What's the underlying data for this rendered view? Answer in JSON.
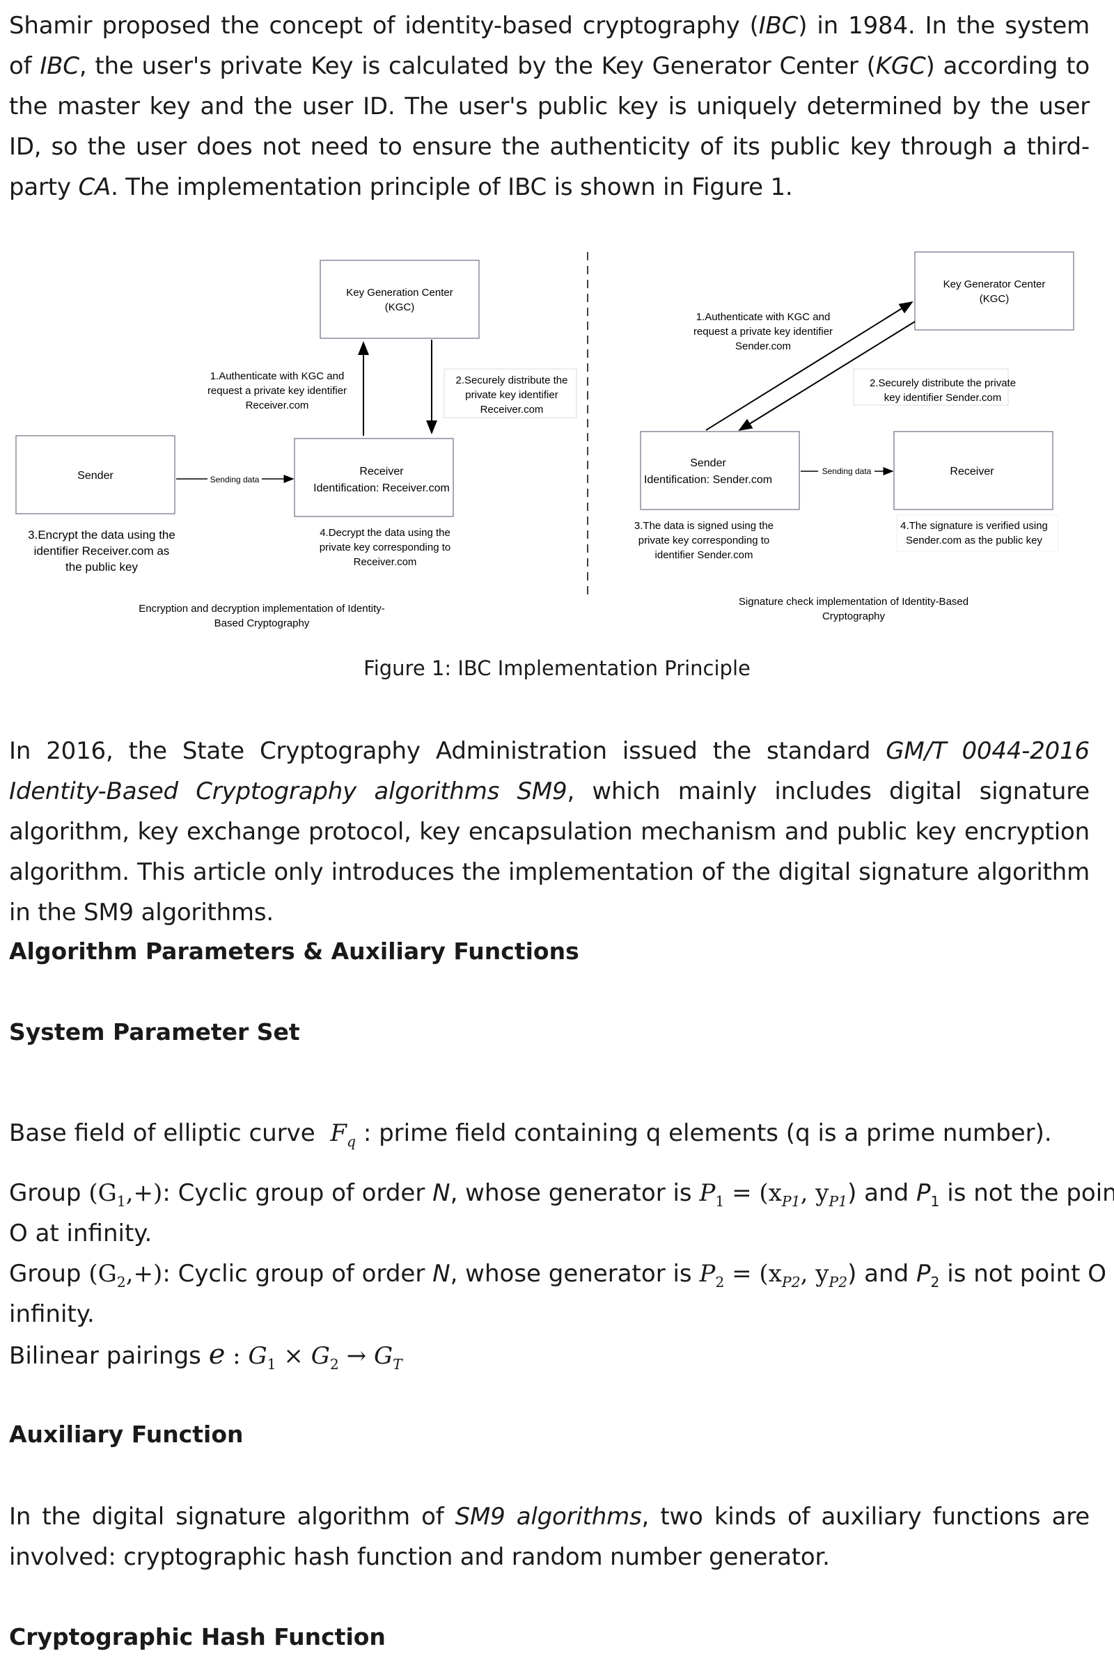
{
  "intro": {
    "lead": "Shamir proposed the concept of identity-based cryptography (",
    "ibc1": "IBC",
    "mid1": ") in 1984. In the system of ",
    "ibc2": "IBC",
    "mid2": ", the user's private Key is calculated by the Key Generator Center (",
    "kgc": "KGC",
    "rest": ") according to the master key and the user ID. The user's public key is uniquely determined by the user ID, so the user does not need to ensure the authenticity of its public key through a third-party ",
    "ca": "CA",
    "end": ". The implementation principle of IBC is shown in Figure 1."
  },
  "figure": {
    "left": {
      "kgc_line1": "Key Generation Center",
      "kgc_line2": "(KGC)",
      "step1_line1": "1.Authenticate with KGC and",
      "step1_line2": "request a private key identifier",
      "step1_line3": "Receiver.com",
      "step2_line1": "2.Securely distribute the",
      "step2_line2": "private key identifier",
      "step2_line3": "Receiver.com",
      "sender": "Sender",
      "sending": "Sending data",
      "receiver_line1": "Receiver",
      "receiver_line2": "Identification: Receiver.com",
      "step3_line1": "3.Encrypt the data using the",
      "step3_line2": "identifier Receiver.com as",
      "step3_line3": "the public key",
      "step4_line1": "4.Decrypt the data using the",
      "step4_line2": "private key corresponding to",
      "step4_line3": "Receiver.com",
      "caption_line1": "Encryption and decryption implementation of Identity-",
      "caption_line2": "Based Cryptography"
    },
    "right": {
      "kgc_line1": "Key Generator Center",
      "kgc_line2": "(KGC)",
      "step1_line1": "1.Authenticate with KGC and",
      "step1_line2": "request a private key identifier",
      "step1_line3": "Sender.com",
      "step2_line1": "2.Securely distribute the private",
      "step2_line2": "key identifier Sender.com",
      "sender_line1": "Sender",
      "sender_line2": "Identification: Sender.com",
      "sending": "Sending data",
      "receiver": "Receiver",
      "step3_line1": "3.The data is signed using the",
      "step3_line2": "private key corresponding to",
      "step3_line3": "identifier Sender.com",
      "step4_line1": "4.The signature is verified using",
      "step4_line2": "Sender.com as the public key",
      "caption_line1": "Signature check implementation of Identity-Based",
      "caption_line2": "Cryptography"
    },
    "caption": "Figure 1: IBC Implementation Principle"
  },
  "sm9": {
    "lead": "In 2016, the State Cryptography Administration issued the standard ",
    "standard": "GM/T 0044-2016 Identity-Based Cryptography algorithms SM9",
    "rest": ", which mainly includes digital signature algorithm, key exchange protocol, key encapsulation mechanism and public key encryption algorithm. This article only introduces the implementation of the digital signature algorithm in the SM9 algorithms."
  },
  "headings": {
    "params": "Algorithm Parameters & Auxiliary Functions",
    "system": "System Parameter Set",
    "aux": "Auxiliary Function",
    "hash": "Cryptographic Hash Function"
  },
  "params": {
    "base_lead": "Base field of elliptic curve",
    "base_sym": "F",
    "base_sub": "q",
    "base_rest": " : prime field containing q elements (q is a prime number).",
    "g1_lead": "Group ",
    "g1_math": "(G",
    "g1_sub": "1",
    "g1_close": ",+)",
    "g1_mid": ": Cyclic group of order ",
    "g1_n": "N",
    "g1_gen": ", whose generator is ",
    "g1_p": "P",
    "g1_p_sub": "1",
    "g1_eq": " = (x",
    "g1_x_sub": "P1",
    "g1_y": ", y",
    "g1_y_sub": "P1",
    "g1_and": ")  and ",
    "g1_p_text": "P",
    "g1_p_text_sub": "1",
    "g1_tail1": " is not the point",
    "g1_tail2": "O at infinity.",
    "g2_lead": "Group ",
    "g2_math": "(G",
    "g2_sub": "2",
    "g2_close": ",+)",
    "g2_mid": ": Cyclic group of order ",
    "g2_n": "N",
    "g2_gen": ", whose generator is ",
    "g2_p": "P",
    "g2_p_sub": "2",
    "g2_eq": " = (x",
    "g2_x_sub": "P2",
    "g2_y": ", y",
    "g2_y_sub": "P2",
    "g2_and": ")  and ",
    "g2_p_text": "P",
    "g2_p_text_sub": "2",
    "g2_tail1": " is not point O at",
    "g2_tail2": "infinity.",
    "bilinear_lead": "Bilinear pairings ",
    "bilinear_e": "e",
    "bilinear_colon": " : ",
    "bilinear_g1": "G",
    "bilinear_g1_sub": "1",
    "bilinear_times": " × ",
    "bilinear_g2": "G",
    "bilinear_g2_sub": "2",
    "bilinear_arrow": " → ",
    "bilinear_gt": "G",
    "bilinear_gt_sub": "T"
  },
  "aux": {
    "lead": "In the digital signature algorithm of ",
    "sm9": "SM9 algorithms",
    "rest": ", two kinds of auxiliary functions are involved: cryptographic hash function and random number generator."
  }
}
